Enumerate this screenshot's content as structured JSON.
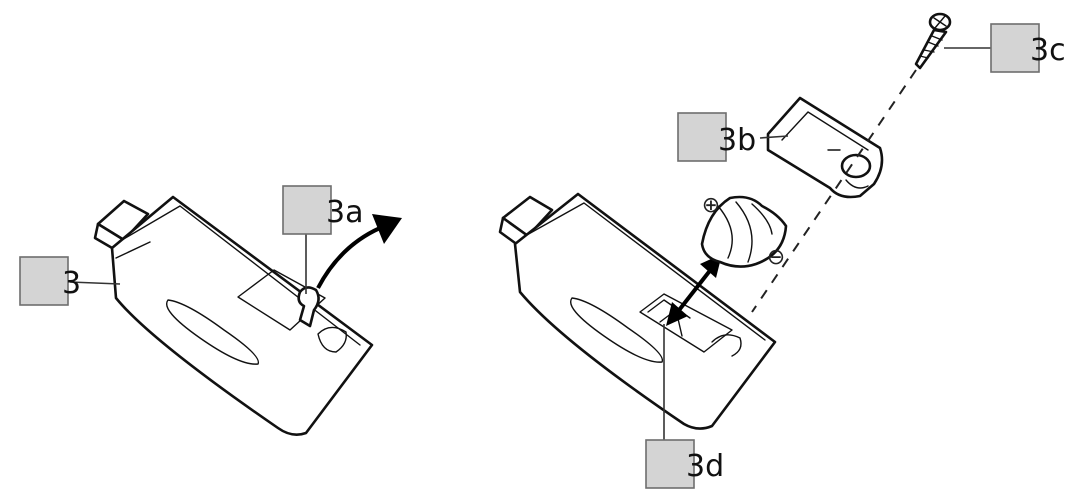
{
  "labels": {
    "device_left": "3",
    "cover_clip": "3a",
    "battery_cover": "3b",
    "screw": "3c",
    "battery_slot": "3d"
  },
  "polarity": {
    "plus": "⊕",
    "minus": "⊖"
  }
}
